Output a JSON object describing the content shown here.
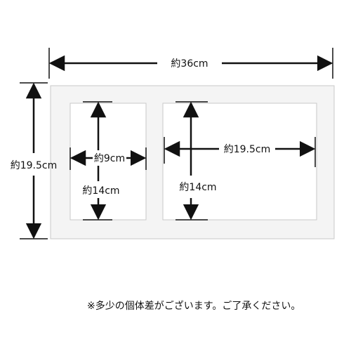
{
  "colors": {
    "frame_fill": "#f4f4f4",
    "frame_stroke": "#c9c9c9",
    "window_fill": "#ffffff",
    "line": "#111111"
  },
  "dimensions": {
    "overall_width": "約36cm",
    "overall_height": "約19.5cm",
    "left_window_width": "約9cm",
    "left_window_height": "約14cm",
    "right_window_width": "約19.5cm",
    "right_window_height": "約14cm"
  },
  "note": "※多少の個体差がございます。ご了承ください。"
}
